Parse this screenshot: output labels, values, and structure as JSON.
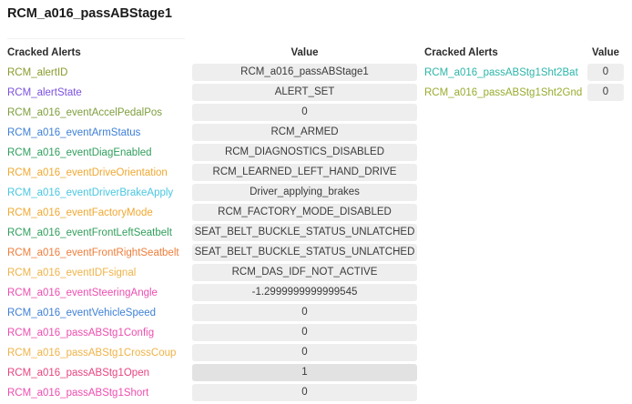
{
  "page": {
    "title": "RCM_a016_passABStage1"
  },
  "left_table": {
    "headers": {
      "name": "Cracked Alerts",
      "value": "Value"
    },
    "rows": [
      {
        "name": "RCM_alertID",
        "color": "#8a9a2b",
        "value": "RCM_a016_passABStage1",
        "highlighted": false
      },
      {
        "name": "RCM_alertState",
        "color": "#7b4fe0",
        "value": "ALERT_SET",
        "highlighted": false
      },
      {
        "name": "RCM_a016_eventAccelPedalPos",
        "color": "#7e9e3c",
        "value": "0",
        "highlighted": false
      },
      {
        "name": "RCM_a016_eventArmStatus",
        "color": "#3d7fd6",
        "value": "RCM_ARMED",
        "highlighted": false
      },
      {
        "name": "RCM_a016_eventDiagEnabled",
        "color": "#2f9e5c",
        "value": "RCM_DIAGNOSTICS_DISABLED",
        "highlighted": false
      },
      {
        "name": "RCM_a016_eventDriveOrientation",
        "color": "#f0a830",
        "value": "RCM_LEARNED_LEFT_HAND_DRIVE",
        "highlighted": false
      },
      {
        "name": "RCM_a016_eventDriverBrakeApply",
        "color": "#49c6e0",
        "value": "Driver_applying_brakes",
        "highlighted": false
      },
      {
        "name": "RCM_a016_eventFactoryMode",
        "color": "#f0a830",
        "value": "RCM_FACTORY_MODE_DISABLED",
        "highlighted": false
      },
      {
        "name": "RCM_a016_eventFrontLeftSeatbelt",
        "color": "#2f9e5c",
        "value": "SEAT_BELT_BUCKLE_STATUS_UNLATCHED",
        "highlighted": false
      },
      {
        "name": "RCM_a016_eventFrontRightSeatbelt",
        "color": "#ef7d3a",
        "value": "SEAT_BELT_BUCKLE_STATUS_UNLATCHED",
        "highlighted": false
      },
      {
        "name": "RCM_a016_eventIDFsignal",
        "color": "#eeb347",
        "value": "RCM_DAS_IDF_NOT_ACTIVE",
        "highlighted": false
      },
      {
        "name": "RCM_a016_eventSteeringAngle",
        "color": "#ee4db0",
        "value": "-1.2999999999999545",
        "highlighted": false
      },
      {
        "name": "RCM_a016_eventVehicleSpeed",
        "color": "#3d7fd6",
        "value": "0",
        "highlighted": false
      },
      {
        "name": "RCM_a016_passABStg1Config",
        "color": "#ee4db0",
        "value": "0",
        "highlighted": false
      },
      {
        "name": "RCM_a016_passABStg1CrossCoup",
        "color": "#eeb347",
        "value": "0",
        "highlighted": false
      },
      {
        "name": "RCM_a016_passABStg1Open",
        "color": "#e8437f",
        "value": "1",
        "highlighted": true
      },
      {
        "name": "RCM_a016_passABStg1Short",
        "color": "#ee4db0",
        "value": "0",
        "highlighted": false
      }
    ]
  },
  "right_table": {
    "headers": {
      "name": "Cracked Alerts",
      "value": "Value"
    },
    "rows": [
      {
        "name": "RCM_a016_passABStg1Sht2Bat",
        "color": "#2bb5ab",
        "value": "0",
        "highlighted": false
      },
      {
        "name": "RCM_a016_passABStg1Sht2Gnd",
        "color": "#9aab2e",
        "value": "0",
        "highlighted": false
      }
    ]
  }
}
